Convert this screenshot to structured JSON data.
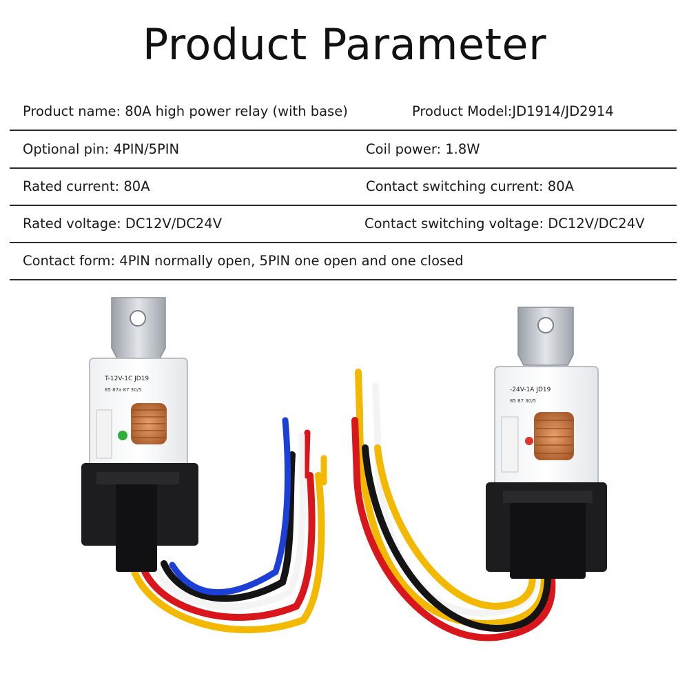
{
  "title": "Product Parameter",
  "params": [
    {
      "left": "Product name:  80A high power relay (with base)",
      "right": "Product Model:JD1914/JD2914"
    },
    {
      "left": "Optional pin: 4PIN/5PIN",
      "right": "Coil power: 1.8W"
    },
    {
      "left": "Rated current: 80A",
      "right": "Contact switching current: 80A"
    },
    {
      "left": "Rated voltage: DC12V/DC24V",
      "right": "Contact switching voltage: DC12V/DC24V"
    },
    {
      "left": "Contact form: 4PIN normally open, 5PIN one open and one closed"
    }
  ],
  "relays": {
    "left": {
      "label_line1": "T-12V-1C JD19",
      "label_line2": "85 87a 87  30/5"
    },
    "right": {
      "label_line1": "-24V-1A JD19",
      "label_line2": "85  87  30/5"
    }
  },
  "colors": {
    "wire_red": "#d8161b",
    "wire_yellow": "#f3b800",
    "wire_blue": "#1c3fd6",
    "wire_black": "#141414",
    "wire_white": "#f4f4f4",
    "copper": "#c97a43",
    "bracket": "#b8bcc2"
  }
}
